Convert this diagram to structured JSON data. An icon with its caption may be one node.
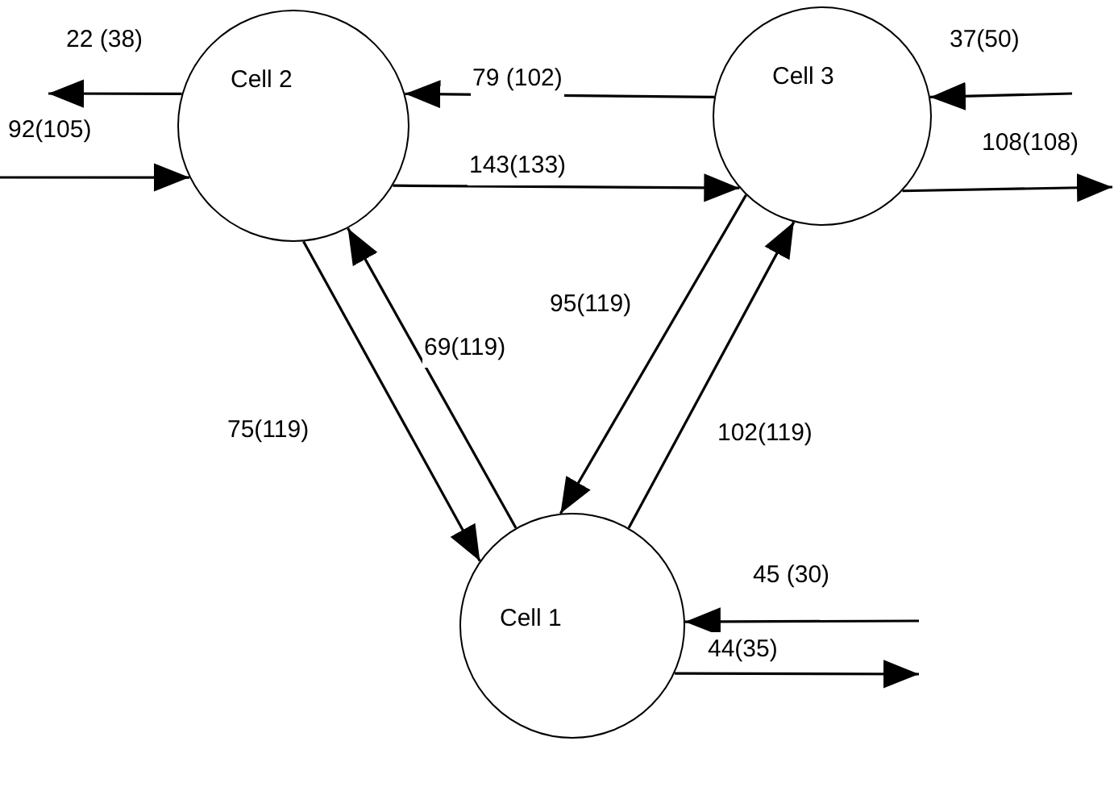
{
  "diagram": {
    "nodes": [
      {
        "text": [
          "Cell 2"
        ]
      },
      {
        "text": [
          "Cell 3"
        ]
      },
      {
        "text": [
          "Cell 1"
        ]
      }
    ],
    "edges": [
      {
        "from": 0,
        "to": null,
        "arrow": "to",
        "label": "22 (38)"
      },
      {
        "from": null,
        "to": 0,
        "arrow": "to",
        "label": "92(105)"
      },
      {
        "from": 1,
        "to": 0,
        "arrow": "to",
        "label": "79 (102)"
      },
      {
        "from": 0,
        "to": 1,
        "arrow": "to",
        "label": "143(133)"
      },
      {
        "from": null,
        "to": 1,
        "arrow": "to",
        "label": "37(50)"
      },
      {
        "from": 1,
        "to": null,
        "arrow": "to",
        "label": "108(108)"
      },
      {
        "from": 0,
        "to": 2,
        "arrow": "to",
        "label": "75(119)"
      },
      {
        "from": 2,
        "to": 0,
        "arrow": "to",
        "label": "69(119)"
      },
      {
        "from": 1,
        "to": 2,
        "arrow": "to",
        "label": "95(119)"
      },
      {
        "from": 2,
        "to": 1,
        "arrow": "to",
        "label": "102(119)"
      },
      {
        "from": null,
        "to": 2,
        "arrow": "to",
        "label": "45 (30)"
      },
      {
        "from": 2,
        "to": null,
        "arrow": "to",
        "label": "44(35)"
      }
    ]
  }
}
